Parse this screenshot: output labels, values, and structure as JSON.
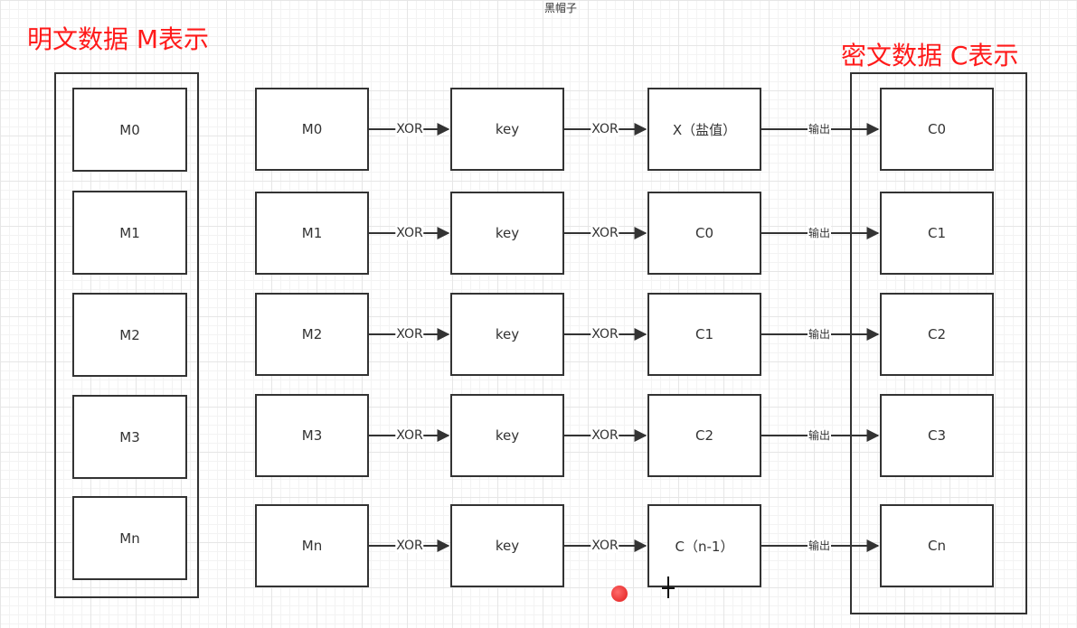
{
  "canvas": {
    "top_label": "黑帽子"
  },
  "plaintext_group": {
    "title": "明文数据 M表示",
    "blocks": [
      "M0",
      "M1",
      "M2",
      "M3",
      "Mn"
    ]
  },
  "ciphertext_group": {
    "title": "密文数据 C表示",
    "blocks": [
      "C0",
      "C1",
      "C2",
      "C3",
      "Cn"
    ]
  },
  "rows": [
    {
      "m": "M0",
      "op1": "XOR",
      "key": "key",
      "op2": "XOR",
      "x": "X（盐值）",
      "out": "输出",
      "c": "C0"
    },
    {
      "m": "M1",
      "op1": "XOR",
      "key": "key",
      "op2": "XOR",
      "x": "C0",
      "out": "输出",
      "c": "C1"
    },
    {
      "m": "M2",
      "op1": "XOR",
      "key": "key",
      "op2": "XOR",
      "x": "C1",
      "out": "输出",
      "c": "C2"
    },
    {
      "m": "M3",
      "op1": "XOR",
      "key": "key",
      "op2": "XOR",
      "x": "C2",
      "out": "输出",
      "c": "C3"
    },
    {
      "m": "Mn",
      "op1": "XOR",
      "key": "key",
      "op2": "XOR",
      "x": "C（n-1）",
      "out": "输出",
      "c": "Cn"
    }
  ],
  "colors": {
    "title": "#ff1a1a",
    "stroke": "#333333",
    "cursor_dot": "#e01b1b"
  }
}
